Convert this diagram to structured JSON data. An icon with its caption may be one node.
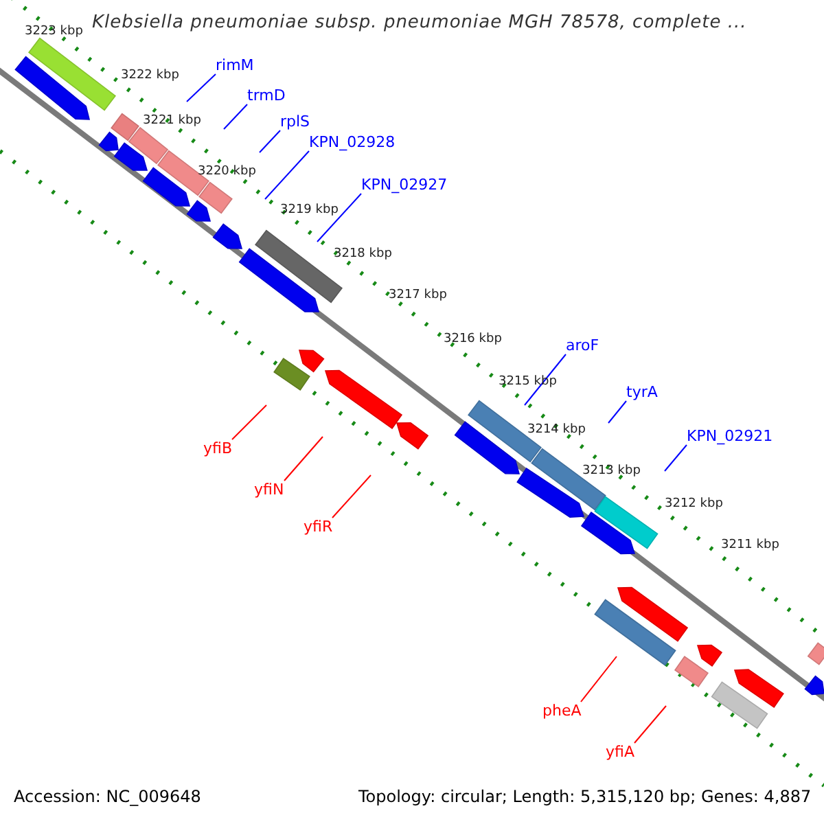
{
  "diagram": {
    "title": "Klebsiella pneumoniae subsp. pneumoniae MGH 78578, complete ...",
    "nodes": [
      {
        "text": [
          "rimM"
        ]
      },
      {
        "text": [
          "trmD"
        ]
      },
      {
        "text": [
          "rplS"
        ]
      },
      {
        "text": [
          "KPN_02928"
        ]
      },
      {
        "text": [
          "KPN_02927"
        ]
      },
      {
        "text": [
          "aroF"
        ]
      },
      {
        "text": [
          "tyrA"
        ]
      },
      {
        "text": [
          "KPN_02921"
        ]
      },
      {
        "text": [
          "yfiB"
        ]
      },
      {
        "text": [
          "yfiN"
        ]
      },
      {
        "text": [
          "yfiR"
        ]
      },
      {
        "text": [
          "pheA"
        ]
      },
      {
        "text": [
          "yfiA"
        ]
      }
    ],
    "edges": [
      {
        "from": 0,
        "to": null,
        "arrow": "none"
      },
      {
        "from": 1,
        "to": null,
        "arrow": "none"
      },
      {
        "from": 2,
        "to": null,
        "arrow": "none"
      },
      {
        "from": 3,
        "to": null,
        "arrow": "none"
      },
      {
        "from": 4,
        "to": null,
        "arrow": "none"
      },
      {
        "from": 5,
        "to": null,
        "arrow": "none"
      },
      {
        "from": 6,
        "to": null,
        "arrow": "none"
      },
      {
        "from": 7,
        "to": null,
        "arrow": "none"
      },
      {
        "from": 8,
        "to": null,
        "arrow": "none",
        "color": "#ff0000"
      },
      {
        "from": 9,
        "to": null,
        "arrow": "none",
        "color": "#ff0000"
      },
      {
        "from": 10,
        "to": null,
        "arrow": "none",
        "color": "#ff0000"
      },
      {
        "from": 11,
        "to": null,
        "arrow": "none",
        "color": "#ff0000"
      },
      {
        "from": 12,
        "to": null,
        "arrow": "none",
        "color": "#ff0000"
      }
    ],
    "labels": [
      "3223 kbp",
      "3222 kbp",
      "3221 kbp",
      "3220 kbp",
      "3219 kbp",
      "3218 kbp",
      "3217 kbp",
      "3216 kbp",
      "3215 kbp",
      "3214 kbp",
      "3213 kbp",
      "3212 kbp",
      "3211 kbp",
      "Accession: NC_009648",
      "Topology: circular; Length: 5,315,120 bp; Genes: 4,887"
    ]
  }
}
